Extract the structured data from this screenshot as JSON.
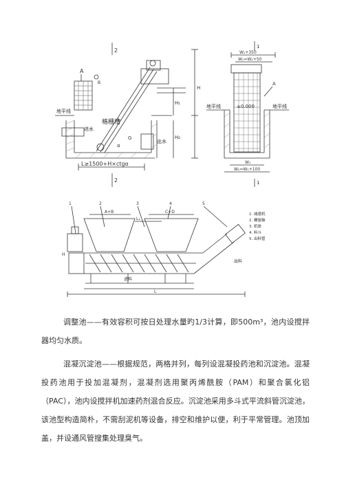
{
  "figure1": {
    "section_marker": "2",
    "label_a": "A",
    "label_b": "B",
    "ground_line_left": "地平线",
    "grid_channel": "格栅槽",
    "water_in": "进水",
    "water_out": "出水",
    "label_alpha": "α",
    "label_g": "G",
    "dim_h1": "H₁",
    "dim_h": "H",
    "dim_h2": "H₂",
    "dim_l": "L≥1500+H×ctgα"
  },
  "figure1_side": {
    "section_marker": "1",
    "dim_top": "W₁+350",
    "dim_top2": "W₁=W₂+50",
    "ground_line_left": "地平线",
    "ground_line_right": "地平线",
    "elevation": "±0.000",
    "label_a": "A",
    "dim_bottom": "W₁",
    "dim_bottom2": "W₂=W₁+100",
    "section_marker_bottom": "1"
  },
  "figure2": {
    "callouts": [
      "1",
      "2",
      "3",
      "4",
      "5"
    ],
    "legend": [
      "1. 减速机",
      "2. 螺旋轴",
      "3. 机体",
      "4. 料斗",
      "5. 出料管"
    ],
    "dim_ab": "A+B",
    "dim_cd": "C+D",
    "dim_l1": "L₁",
    "dim_l": "L",
    "label_h": "H",
    "label_out": "出料",
    "label_in": "进料"
  },
  "text": {
    "para1": "调整池——有效容积可按日处理水量旳1/3计算，即500m³，池内设搅拌器均匀水质。",
    "para2": "混凝沉淀池——根据规范，两格并列，每列设混凝投药池和沉淀池。混凝投药池用于投加混凝剂，混凝剂选用聚丙烯酰胺（PAM）和聚合氯化铝（PAC），池内设搅拌机加速药剂混合反应。沉淀池采用多斗式平流斜管沉淀池，该池型构造简朴，不需刮泥机等设备，排空和维护以便，利于平常管理。池顶加盖，并设通风管搜集处理臭气。"
  }
}
